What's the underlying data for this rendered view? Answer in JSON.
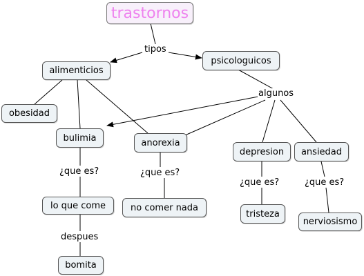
{
  "colors": {
    "root_text": "#ee82ee",
    "node_fill": "#eef3f6",
    "node_border": "#555555",
    "line": "#000000"
  },
  "concepts": {
    "root": "trastornos",
    "alimenticios": "alimenticios",
    "psicologuicos": "psicologuicos",
    "obesidad": "obesidad",
    "bulimia": "bulimia",
    "anorexia": "anorexia",
    "depresion": "depresion",
    "ansiedad": "ansiedad",
    "lo_que_come": "lo que come",
    "no_comer_nada": "no comer nada",
    "tristeza": "tristeza",
    "nerviosismo": "nerviosismo",
    "bomita": "bomita"
  },
  "links": {
    "tipos": "tipos",
    "algunos": "algunos",
    "que_es_bulimia": "¿que es?",
    "que_es_anorexia": "¿que es?",
    "que_es_depresion": "¿que es?",
    "que_es_ansiedad": "¿que es?",
    "despues": "despues"
  }
}
